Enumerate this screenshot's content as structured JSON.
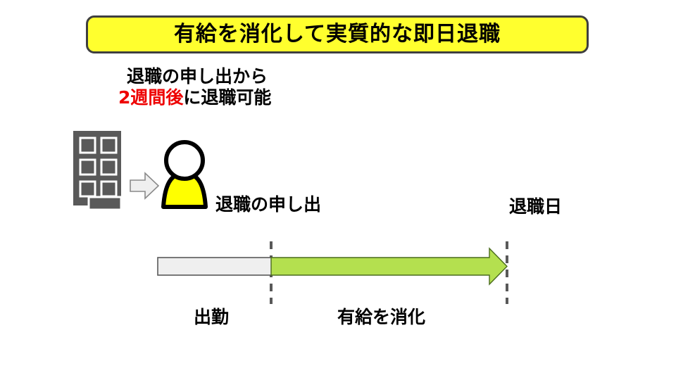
{
  "slide": {
    "background_color": "#ffffff",
    "title": {
      "text": "有給を消化して実質的な即日退職",
      "background_color": "#ffff2e",
      "border_color": "#3f3f3f",
      "text_color": "#000000"
    },
    "subtitle": {
      "line1": "退職の申し出から",
      "line2_highlight": "2週間後",
      "line2_rest": "に退職可能",
      "highlight_color": "#ee0000",
      "text_color": "#000000"
    },
    "icons": {
      "building": "office-building-icon",
      "transition": "right-block-arrow-icon",
      "person": "person-icon",
      "building_color": "#595959",
      "person_body_color": "#ffff00",
      "transition_arrow_color": "#efefef"
    },
    "timeline": {
      "marker_left_label": "退職の申し出",
      "marker_right_label": "退職日",
      "segment_before_label": "出勤",
      "segment_after_label": "有給を消化",
      "bar_before_color": "#efefef",
      "bar_after_color": "#b4e04f",
      "marker_line_color": "#595959",
      "bar_border_color": "#595959"
    }
  }
}
